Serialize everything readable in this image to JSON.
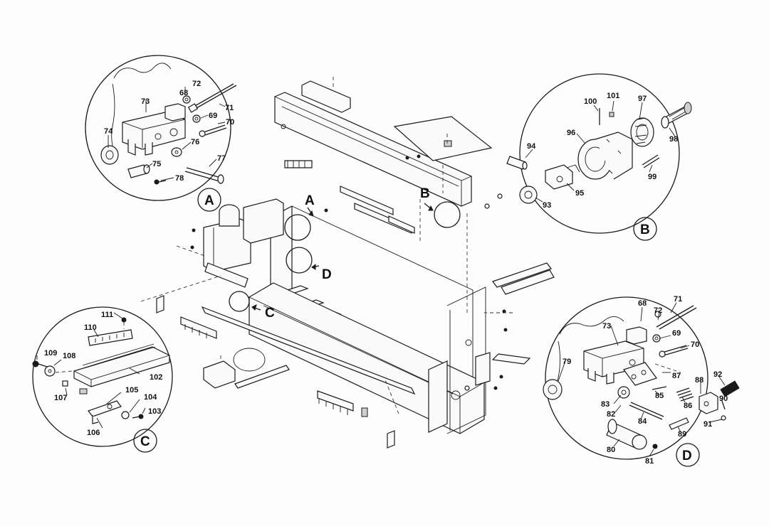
{
  "detail_circles": {
    "A": {
      "label": "A",
      "parts": [
        "68",
        "72",
        "73",
        "71",
        "69",
        "70",
        "74",
        "76",
        "77",
        "75",
        "78"
      ]
    },
    "B": {
      "label": "B",
      "parts": [
        "100",
        "101",
        "97",
        "98",
        "96",
        "94",
        "99",
        "95",
        "93"
      ]
    },
    "C": {
      "label": "C",
      "parts": [
        "111",
        "110",
        "109",
        "108",
        "102",
        "107",
        "105",
        "104",
        "103",
        "106"
      ]
    },
    "D": {
      "label": "D",
      "parts": [
        "68",
        "71",
        "72",
        "73",
        "69",
        "70",
        "79",
        "87",
        "88",
        "92",
        "90",
        "83",
        "82",
        "85",
        "86",
        "91",
        "84",
        "89",
        "80",
        "81"
      ]
    }
  },
  "callouts": {
    "A": "A",
    "B": "B",
    "C": "C",
    "D": "D"
  }
}
